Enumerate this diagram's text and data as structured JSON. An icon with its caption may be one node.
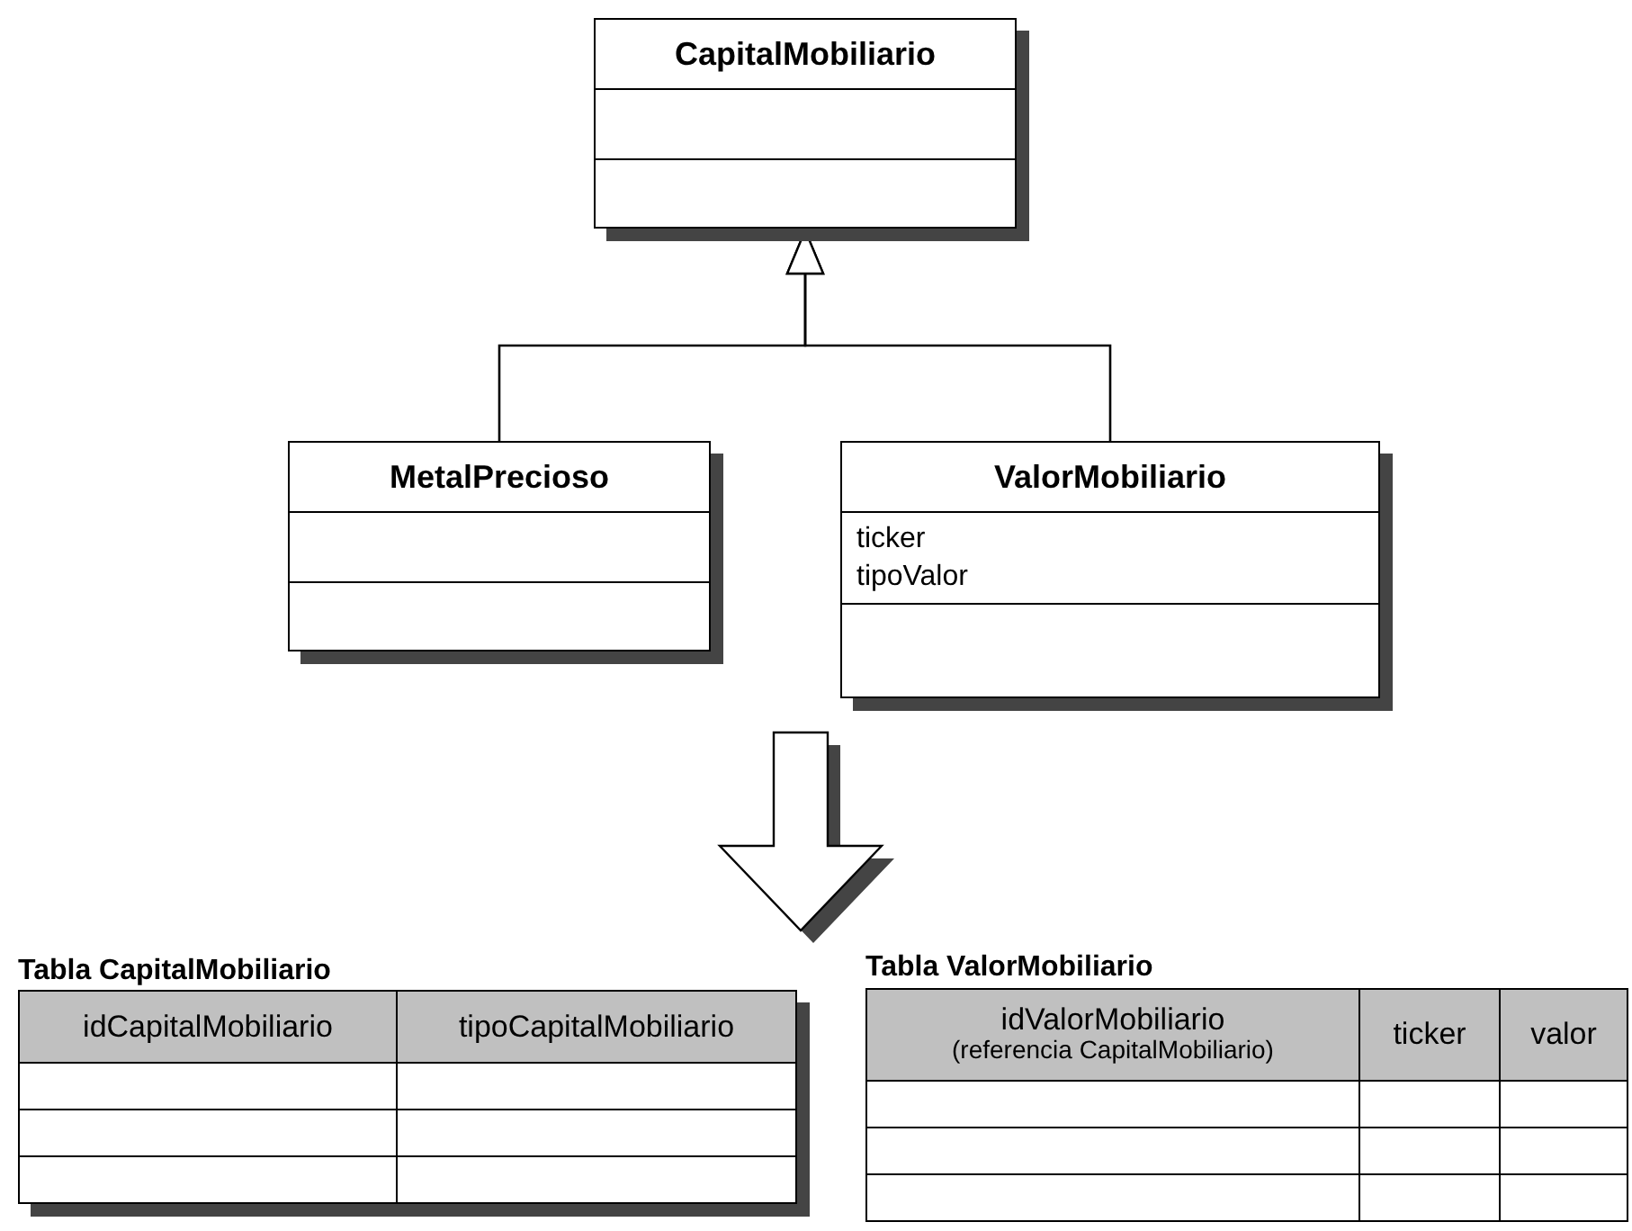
{
  "diagram": {
    "nodes": [
      {
        "text": [
          "CapitalMobiliario"
        ]
      },
      {
        "text": [
          "MetalPrecioso"
        ]
      },
      {
        "text": [
          "ValorMobiliario",
          "ticker",
          "tipoValor"
        ]
      }
    ],
    "edges": [
      {
        "from": 1,
        "to": 0,
        "arrow": "to"
      },
      {
        "from": 2,
        "to": 0,
        "arrow": "to"
      }
    ],
    "labels": [
      "Tabla CapitalMobiliario",
      "idCapitalMobiliario",
      "tipoCapitalMobiliario",
      "Tabla ValorMobiliario",
      "idValorMobiliario",
      "(referencia CapitalMobiliario)",
      "ticker",
      "valor"
    ]
  }
}
